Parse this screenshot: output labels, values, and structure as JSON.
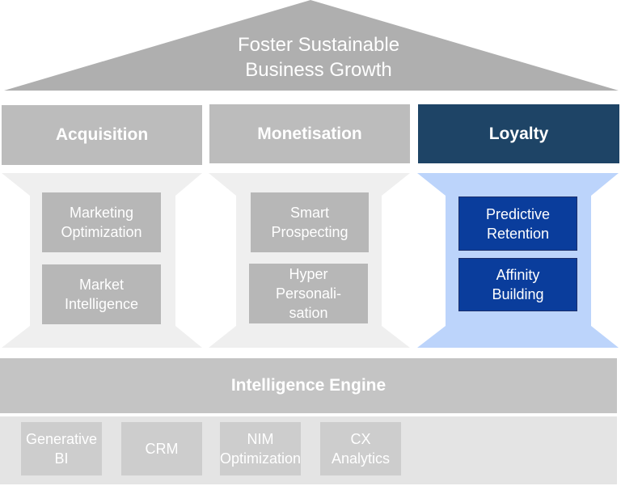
{
  "roof": {
    "line1": "Foster Sustainable",
    "line2": "Business Growth"
  },
  "pillars": [
    {
      "header": "Acquisition",
      "highlighted": false,
      "items": [
        {
          "line1": "Marketing",
          "line2": "Optimization"
        },
        {
          "line1": "Market",
          "line2": "Intelligence"
        }
      ]
    },
    {
      "header": "Monetisation",
      "highlighted": false,
      "items": [
        {
          "line1": "Smart",
          "line2": "Prospecting"
        },
        {
          "line1": "Hyper",
          "line2": "Personali-",
          "line3": "sation"
        }
      ]
    },
    {
      "header": "Loyalty",
      "highlighted": true,
      "items": [
        {
          "line1": "Predictive",
          "line2": "Retention"
        },
        {
          "line1": "Affinity",
          "line2": "Building"
        }
      ]
    }
  ],
  "foundation": {
    "title": "Intelligence Engine",
    "tools": [
      {
        "line1": "Generative BI"
      },
      {
        "line1": "CRM"
      },
      {
        "line1": "NIM",
        "line2": "Optimization"
      },
      {
        "line1": "CX Analytics"
      }
    ]
  },
  "colors": {
    "roof": "#afafaf",
    "header_gray": "#bcbcbc",
    "header_highlight": "#1e4466",
    "pillar_gray": "#efefef",
    "pillar_highlight": "#bcd4fb",
    "item_gray": "#b7b7b7",
    "item_highlight": "#0a3d9c",
    "engine": "#c4c4c4",
    "base": "#e4e4e4",
    "tool": "#cdcdcd"
  }
}
